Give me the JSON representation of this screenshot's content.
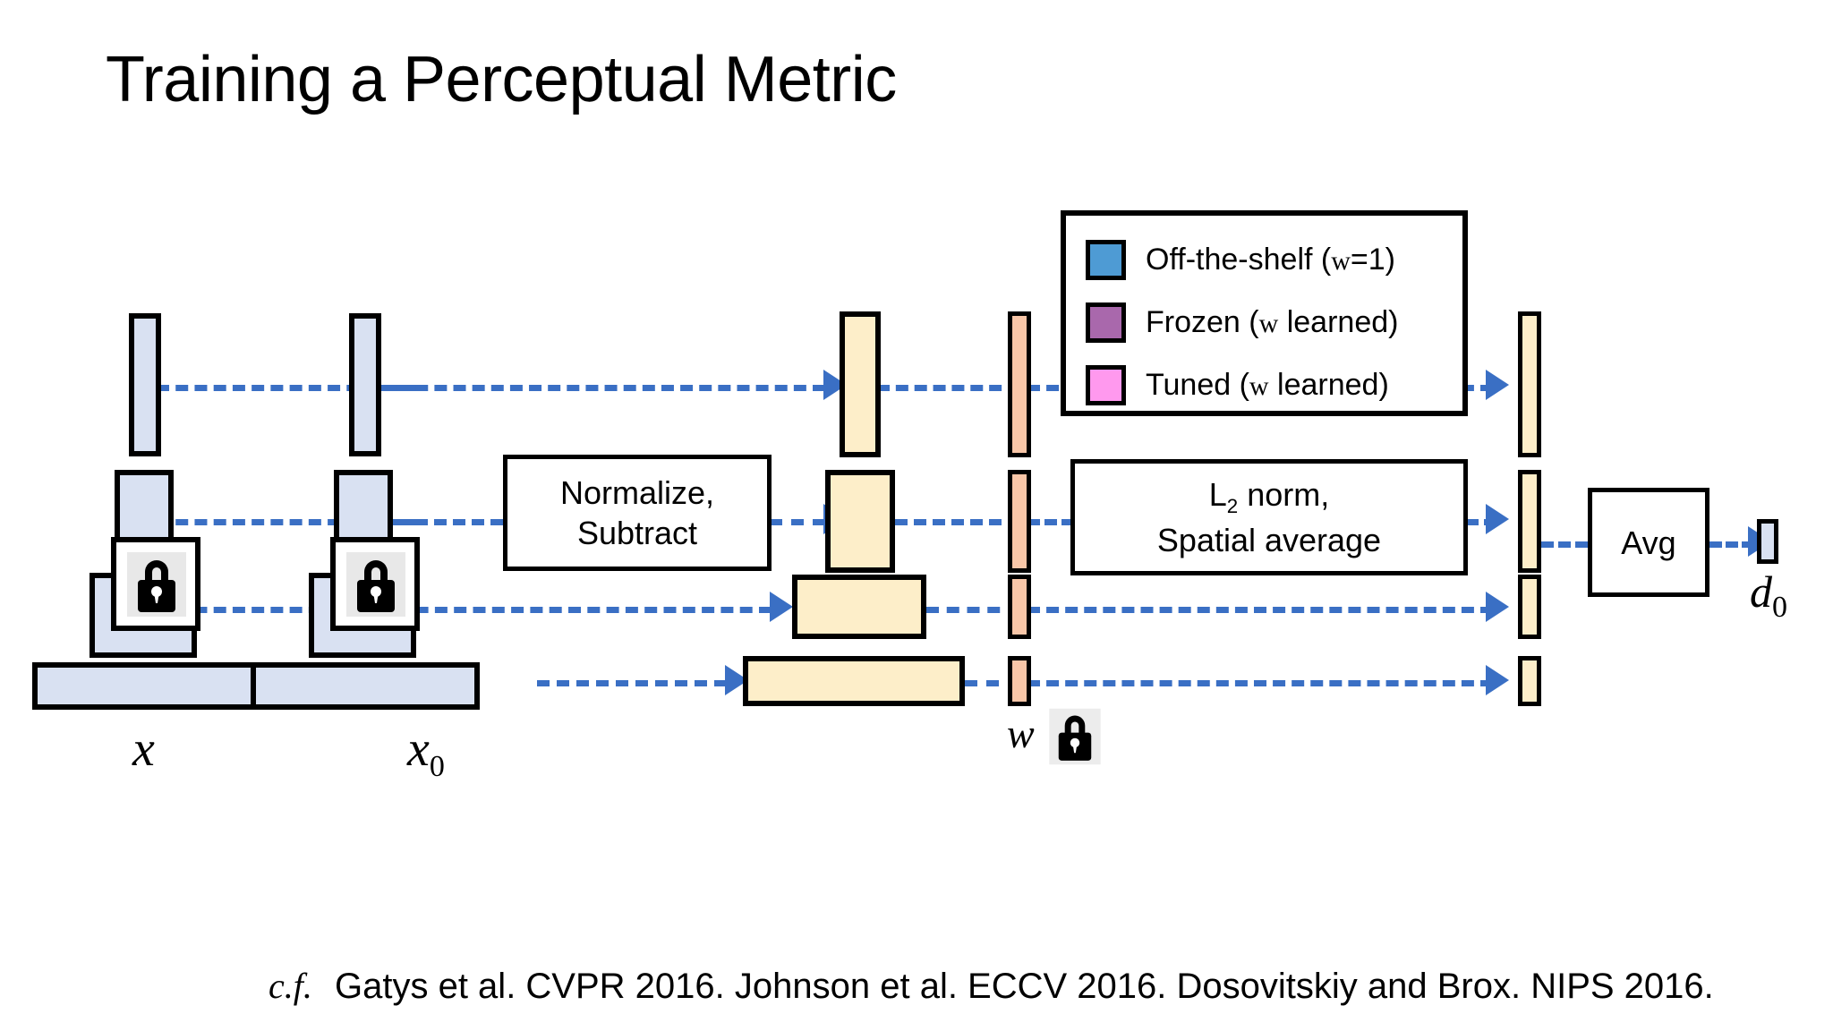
{
  "slide": {
    "title": "Training a Perceptual Metric",
    "caption_prefix": "c.f.",
    "caption": "Gatys et al. CVPR 2016. Johnson et al. ECCV 2016. Dosovitskiy and Brox. NIPS 2016."
  },
  "legend": {
    "items": [
      {
        "label_main": "Off-the-shelf (",
        "label_var": "w",
        "label_tail": "=1)",
        "color": "#4e9bd4"
      },
      {
        "label_main": "Frozen (",
        "label_var": "w",
        "label_tail": " learned)",
        "color": "#a968ac"
      },
      {
        "label_main": "Tuned (",
        "label_var": "w",
        "label_tail": " learned)",
        "color": "#ff99ee"
      }
    ]
  },
  "boxes": {
    "normalize": {
      "line1": "Normalize,",
      "line2": "Subtract"
    },
    "l2norm": {
      "line1_a": "L",
      "line1_sub": "2",
      "line1_b": " norm,",
      "line2": "Spatial average"
    },
    "avg": {
      "label": "Avg"
    }
  },
  "labels": {
    "input_x": "x",
    "input_x0_base": "x",
    "input_x0_sub": "0",
    "weights_w": "w",
    "distance_d_base": "d",
    "distance_d_sub": "0"
  },
  "icons": {
    "lock_x": "lock-icon",
    "lock_x0": "lock-icon",
    "lock_w": "lock-icon"
  },
  "colors": {
    "feature_blue": "#d9e1f2",
    "feature_yellow": "#fdeec9",
    "weight_peach": "#f8c6a8",
    "arrow_blue": "#3a6fc4",
    "outline": "#000000"
  }
}
